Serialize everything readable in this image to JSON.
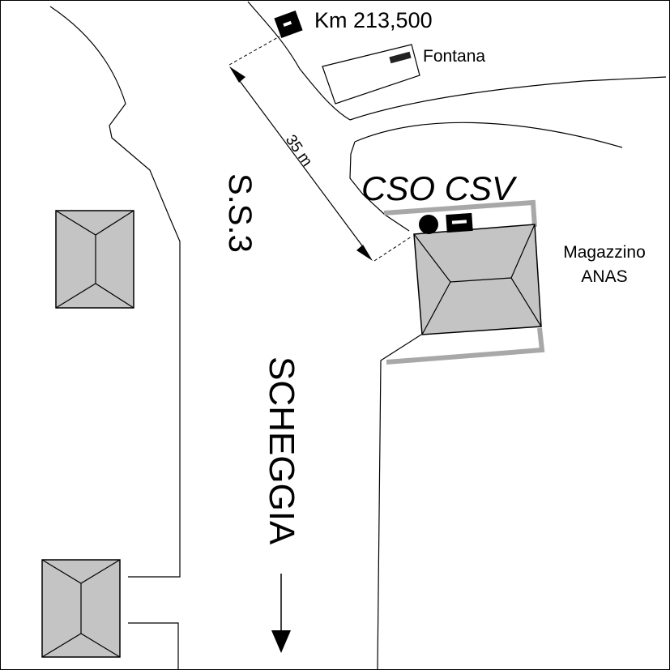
{
  "labels": {
    "km_marker": "Km 213,500",
    "fountain": "Fontana",
    "distance": "35 m",
    "road_name": "S.S.3",
    "station_codes": "CSO CSV",
    "warehouse_line1": "Magazzino",
    "warehouse_line2": "ANAS",
    "town": "SCHEGGIA"
  },
  "colors": {
    "building_fill": "#c4c4c4",
    "warehouse_outline": "#a8a8a8",
    "ink": "#000000",
    "background": "#ffffff"
  },
  "icons": [
    "km-marker-icon",
    "fountain-marker-icon",
    "station-circle-icon",
    "station-square-icon",
    "direction-arrow-icon"
  ]
}
